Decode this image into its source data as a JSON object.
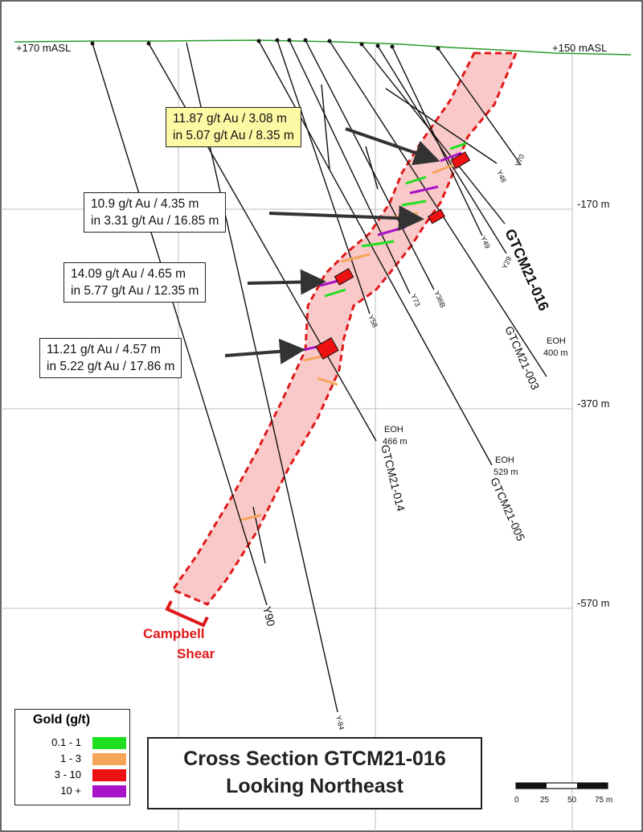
{
  "surface": {
    "left_label": "+170  mASL",
    "right_label": "+150  mASL"
  },
  "depth_labels": [
    "-170  m",
    "-370  m",
    "-570  m"
  ],
  "callouts": [
    {
      "line1": "11.87 g/t Au / 3.08 m",
      "line2": "in 5.07 g/t Au / 8.35 m",
      "highlight": true
    },
    {
      "line1": "10.9 g/t Au / 4.35 m",
      "line2": "in 3.31 g/t Au / 16.85 m",
      "highlight": false
    },
    {
      "line1": "14.09 g/t Au / 4.65 m",
      "line2": "in 5.77 g/t Au / 12.35 m",
      "highlight": false
    },
    {
      "line1": "11.21 g/t Au / 4.57 m",
      "line2": "in 5.22 g/t Au / 17.86 m",
      "highlight": false
    }
  ],
  "holes": {
    "main": [
      "GTCM21-016",
      "GTCM21-003",
      "GTCM21-014",
      "GTCM21-005"
    ],
    "historic": [
      "Y70",
      "Y48",
      "Y49",
      "Y29",
      "Y36B",
      "Y73",
      "Y58",
      "Y90",
      "Y-84"
    ]
  },
  "eoh": [
    {
      "label": "EOH",
      "depth": "400 m"
    },
    {
      "label": "EOH",
      "depth": "466 m"
    },
    {
      "label": "EOH",
      "depth": "529 m"
    }
  ],
  "shear": {
    "line1": "Campbell",
    "line2": "Shear"
  },
  "legend": {
    "title": "Gold (g/t)",
    "items": [
      {
        "label": "0.1 - 1",
        "color": "#1ee01e"
      },
      {
        "label": "1 - 3",
        "color": "#f5a55a"
      },
      {
        "label": "3 - 10",
        "color": "#ee1111"
      },
      {
        "label": "10 +",
        "color": "#a812c8"
      }
    ]
  },
  "title": {
    "line1": "Cross Section GTCM21-016",
    "line2": "Looking Northeast"
  },
  "scale_bar": {
    "labels": [
      "0",
      "25",
      "50",
      "75 m"
    ]
  },
  "colors": {
    "zone_fill": "#f9c9c9",
    "zone_outline": "#e01818",
    "topography": "#2a9a2a",
    "grid": "#bbbbbb"
  }
}
